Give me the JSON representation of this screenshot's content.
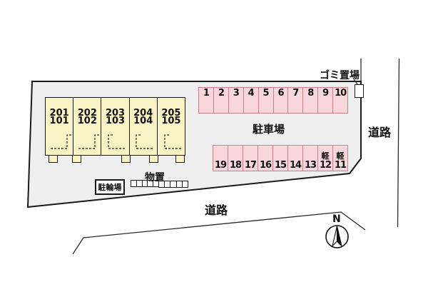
{
  "labels": {
    "parking_area": "駐車場",
    "garbage_area": "ゴミ置場",
    "bicycle_parking": "駐輪場",
    "storage": "物置",
    "road_right": "道路",
    "road_bottom": "道路",
    "compass_north": "N"
  },
  "building": {
    "units": [
      {
        "upper": "201",
        "lower": "101"
      },
      {
        "upper": "202",
        "lower": "102"
      },
      {
        "upper": "203",
        "lower": "103"
      },
      {
        "upper": "204",
        "lower": "104"
      },
      {
        "upper": "205",
        "lower": "105"
      }
    ]
  },
  "parking": {
    "top_row": [
      "1",
      "2",
      "3",
      "4",
      "5",
      "6",
      "7",
      "8",
      "9",
      "10"
    ],
    "bottom_row": [
      {
        "num": "19"
      },
      {
        "num": "18"
      },
      {
        "num": "17"
      },
      {
        "num": "16"
      },
      {
        "num": "15"
      },
      {
        "num": "14"
      },
      {
        "num": "13"
      },
      {
        "num": "12",
        "tag": "軽"
      },
      {
        "num": "11",
        "tag": "軽"
      }
    ]
  },
  "storage_units": {
    "groups": [
      5,
      5
    ]
  },
  "colors": {
    "site_fill": "#efefef",
    "site_border": "#1a1a1a",
    "building_fill": "#f9f4c6",
    "parking_fill": "#f8d7dc",
    "parking_border": "#c97f8a",
    "line": "#2a2a2a"
  }
}
